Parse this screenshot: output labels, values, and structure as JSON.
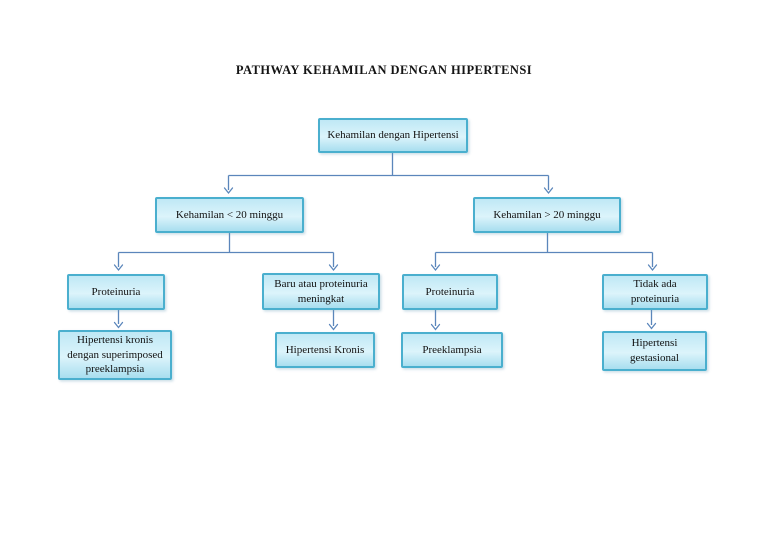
{
  "page": {
    "title": "PATHWAY KEHAMILAN DENGAN HIPERTENSI",
    "background": "#ffffff"
  },
  "diagram": {
    "type": "flowchart",
    "nodes": {
      "root": {
        "label": "Kehamilan dengan Hipertensi"
      },
      "lt20": {
        "label": "Kehamilan < 20 minggu"
      },
      "gt20": {
        "label": "Kehamilan > 20 minggu"
      },
      "proteinuria_left": {
        "label": "Proteinuria"
      },
      "baru_meningkat": {
        "label": "Baru atau proteinuria meningkat"
      },
      "proteinuria_right": {
        "label": "Proteinuria"
      },
      "tidak_ada": {
        "label": "Tidak ada proteinuria"
      },
      "superimposed": {
        "label": "Hipertensi kronis dengan superimposed preeklampsia"
      },
      "kronis": {
        "label": "Hipertensi Kronis"
      },
      "preeklampsia": {
        "label": "Preeklampsia"
      },
      "gestasional": {
        "label": "Hipertensi gestasional"
      }
    },
    "edges": [
      {
        "from": "root",
        "to": "lt20"
      },
      {
        "from": "root",
        "to": "gt20"
      },
      {
        "from": "lt20",
        "to": "proteinuria_left"
      },
      {
        "from": "lt20",
        "to": "baru_meningkat"
      },
      {
        "from": "gt20",
        "to": "proteinuria_right"
      },
      {
        "from": "gt20",
        "to": "tidak_ada"
      },
      {
        "from": "proteinuria_left",
        "to": "superimposed"
      },
      {
        "from": "baru_meningkat",
        "to": "kronis"
      },
      {
        "from": "proteinuria_right",
        "to": "preeklampsia"
      },
      {
        "from": "tidak_ada",
        "to": "gestasional"
      }
    ],
    "colors": {
      "box_border": "#4aafce",
      "box_fill_top": "#bfe8f5",
      "box_fill_mid": "#dcf4fb",
      "box_fill_bottom": "#a8deef",
      "connector": "#5b86bb",
      "text": "#111111",
      "page_bg": "#ffffff"
    }
  }
}
